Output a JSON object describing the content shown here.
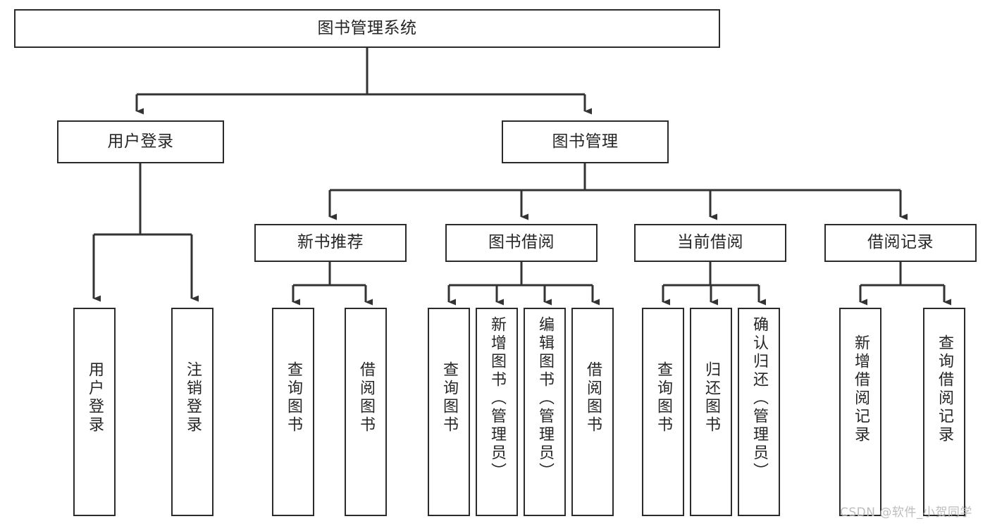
{
  "diagram": {
    "title": "图书管理系统",
    "type": "tree-hierarchy-chart",
    "root": {
      "id": "root",
      "label": "图书管理系统",
      "orientation": "horizontal"
    },
    "level2": [
      {
        "id": "user-login",
        "label": "用户登录",
        "orientation": "horizontal"
      },
      {
        "id": "book-manage",
        "label": "图书管理",
        "orientation": "horizontal"
      }
    ],
    "level3": [
      {
        "id": "new-book-recommend",
        "label": "新书推荐",
        "orientation": "horizontal"
      },
      {
        "id": "book-borrow",
        "label": "图书借阅",
        "orientation": "horizontal"
      },
      {
        "id": "current-borrow",
        "label": "当前借阅",
        "orientation": "horizontal"
      },
      {
        "id": "borrow-record",
        "label": "借阅记录",
        "orientation": "horizontal"
      }
    ],
    "leaves": [
      {
        "id": "leaf-user-login",
        "label": "用户登录",
        "parent": "user-login",
        "orientation": "vertical"
      },
      {
        "id": "leaf-logout",
        "label": "注销登录",
        "parent": "user-login",
        "orientation": "vertical"
      },
      {
        "id": "leaf-query-book-1",
        "label": "查询图书",
        "parent": "new-book-recommend",
        "orientation": "vertical"
      },
      {
        "id": "leaf-borrow-book-1",
        "label": "借阅图书",
        "parent": "new-book-recommend",
        "orientation": "vertical"
      },
      {
        "id": "leaf-query-book-2",
        "label": "查询图书",
        "parent": "book-borrow",
        "orientation": "vertical"
      },
      {
        "id": "leaf-add-book",
        "label": "新增图书（管理员）",
        "parent": "book-borrow",
        "orientation": "vertical"
      },
      {
        "id": "leaf-edit-book",
        "label": "编辑图书（管理员）",
        "parent": "book-borrow",
        "orientation": "vertical"
      },
      {
        "id": "leaf-borrow-book-2",
        "label": "借阅图书",
        "parent": "book-borrow",
        "orientation": "vertical"
      },
      {
        "id": "leaf-query-book-3",
        "label": "查询图书",
        "parent": "current-borrow",
        "orientation": "vertical"
      },
      {
        "id": "leaf-return-book",
        "label": "归还图书",
        "parent": "current-borrow",
        "orientation": "vertical"
      },
      {
        "id": "leaf-confirm-return",
        "label": "确认归还（管理员）",
        "parent": "current-borrow",
        "orientation": "vertical"
      },
      {
        "id": "leaf-add-record",
        "label": "新增借阅记录",
        "parent": "borrow-record",
        "orientation": "vertical"
      },
      {
        "id": "leaf-query-record",
        "label": "查询借阅记录",
        "parent": "borrow-record",
        "orientation": "vertical"
      }
    ],
    "colors": {
      "box_border": "#2b2b2b",
      "box_fill": "#ffffff",
      "text": "#262626",
      "connector": "#333333",
      "watermark": "#bdbdbd",
      "background": "#ffffff"
    }
  },
  "watermark": {
    "text": "CSDN @软件_小贺同学"
  }
}
